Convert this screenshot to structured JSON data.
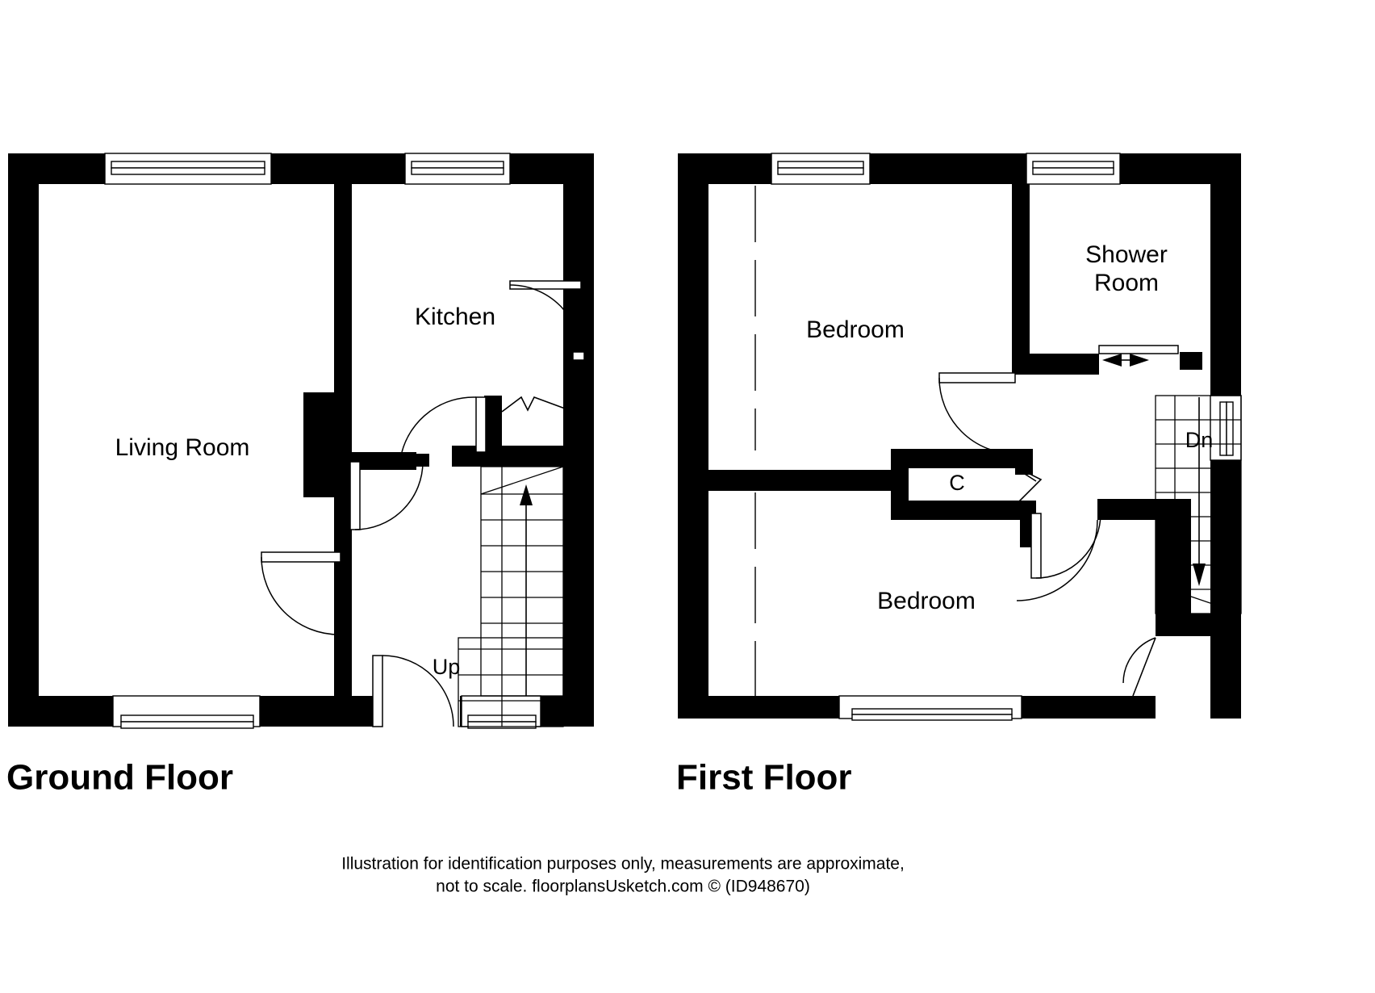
{
  "document": {
    "type": "floor-plan",
    "ink_color": "#000000",
    "background_color": "#ffffff"
  },
  "floors": [
    {
      "id": "ground",
      "title": "Ground Floor",
      "rooms": [
        {
          "id": "living-room",
          "label": "Living Room"
        },
        {
          "id": "kitchen",
          "label": "Kitchen"
        }
      ],
      "annotations": [
        {
          "id": "stair-direction",
          "label": "Up"
        }
      ]
    },
    {
      "id": "first",
      "title": "First Floor",
      "rooms": [
        {
          "id": "bedroom-front",
          "label": "Bedroom"
        },
        {
          "id": "bedroom-rear",
          "label": "Bedroom"
        },
        {
          "id": "shower-room",
          "label_line1": "Shower",
          "label_line2": "Room"
        },
        {
          "id": "cupboard",
          "label": "C"
        }
      ],
      "annotations": [
        {
          "id": "stair-direction",
          "label": "Dn"
        }
      ]
    }
  ],
  "footer": {
    "line1": "Illustration for identification purposes only, measurements are approximate,",
    "line2": "not to scale. floorplansUsketch.com © (ID948670)"
  }
}
